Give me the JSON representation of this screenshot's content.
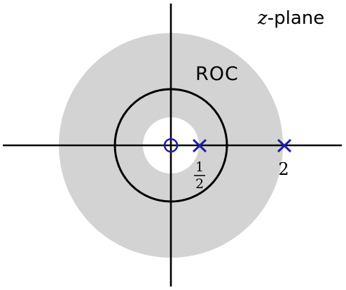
{
  "title": {
    "variable": "z",
    "suffix": "-plane"
  },
  "roc_label": "ROC",
  "pole_labels": {
    "half": {
      "numerator": "1",
      "denominator": "2"
    },
    "two": "2"
  },
  "colors": {
    "roc_fill": "#d3d3d3",
    "axes": "#000000",
    "unit_circle": "#000000",
    "poles_zeros": "#1f1fa8",
    "background": "#ffffff"
  },
  "markers": {
    "zeros": [
      {
        "re": 0,
        "im": 0
      }
    ],
    "poles": [
      {
        "re": 0.5,
        "im": 0
      },
      {
        "re": 2,
        "im": 0
      }
    ]
  },
  "roc": {
    "inner_radius": 0.5,
    "outer_radius": 2
  },
  "unit_circle_radius": 1
}
